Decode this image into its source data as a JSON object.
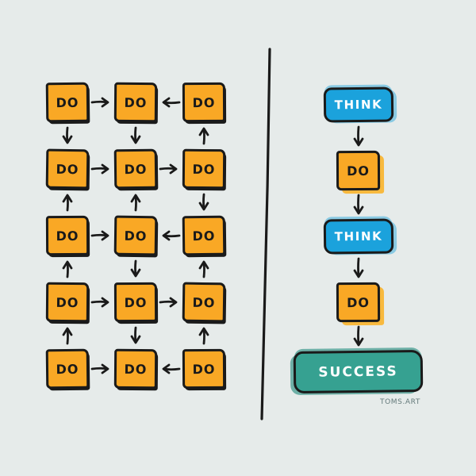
{
  "left_panel": {
    "do_label": "DO",
    "grid": {
      "rows": 5,
      "cols": 3,
      "horizontal_arrows": [
        [
          "right",
          "left"
        ],
        [
          "right",
          "right"
        ],
        [
          "right",
          "left"
        ],
        [
          "right",
          "right"
        ],
        [
          "right",
          "left"
        ]
      ],
      "vertical_arrows": [
        [
          "down",
          "down",
          "up"
        ],
        [
          "up",
          "up",
          "down"
        ],
        [
          "up",
          "down",
          "up"
        ],
        [
          "up",
          "down",
          "up"
        ]
      ]
    }
  },
  "right_panel": {
    "flow": [
      {
        "type": "think",
        "label": "THINK"
      },
      {
        "type": "arrow",
        "direction": "down"
      },
      {
        "type": "do",
        "label": "DO"
      },
      {
        "type": "arrow",
        "direction": "down"
      },
      {
        "type": "think",
        "label": "THINK"
      },
      {
        "type": "arrow",
        "direction": "down"
      },
      {
        "type": "do",
        "label": "DO"
      },
      {
        "type": "arrow",
        "direction": "down"
      },
      {
        "type": "success",
        "label": "SUCCESS"
      }
    ]
  },
  "signature": "TOMS.ART",
  "colors": {
    "background": "#E6EBEA",
    "ink": "#1A1A1A",
    "do_orange": "#F9A825",
    "do_orange_shadow": "#F8B93E",
    "think_blue": "#1BA2DC",
    "success_teal": "#36A191",
    "signature_gray": "#63797A"
  }
}
